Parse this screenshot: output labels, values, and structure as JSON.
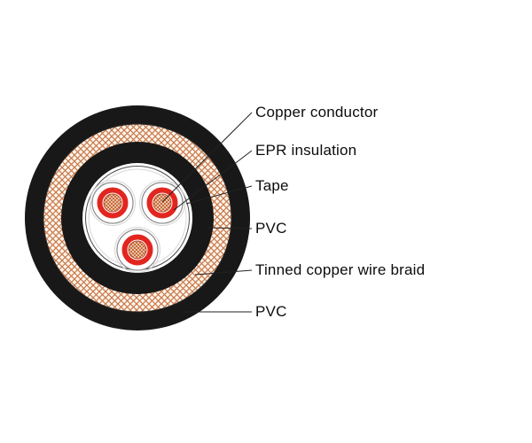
{
  "diagram_title": "cable-cross-section",
  "labels": [
    {
      "text": "Copper conductor"
    },
    {
      "text": "EPR insulation"
    },
    {
      "text": "Tape"
    },
    {
      "text": "PVC"
    },
    {
      "text": "Tinned copper wire braid"
    },
    {
      "text": "PVC"
    }
  ],
  "colors": {
    "sheath_black": "#181818",
    "braid_copper": "#c8784b",
    "braid_background": "#fdf6ec",
    "epr_red": "#e2261f",
    "copper_hatch": "#c25a28",
    "copper_background": "#f3dcc4",
    "leader_line": "#222222"
  }
}
